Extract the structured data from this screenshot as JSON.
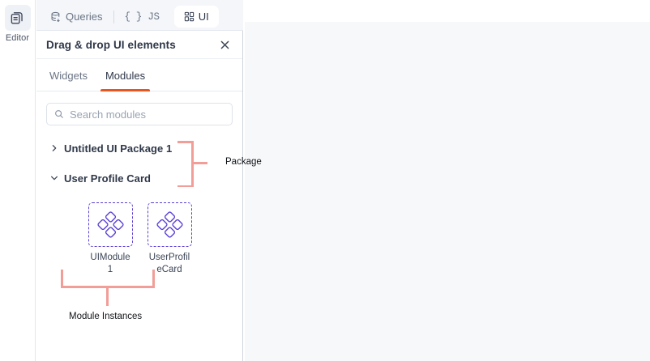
{
  "rail": {
    "items": [
      {
        "label": "Editor",
        "icon": "copy-pages-icon",
        "active": true
      }
    ]
  },
  "top_tabs": [
    {
      "label": "Queries",
      "icon": "database-icon",
      "active": false
    },
    {
      "label": "{ } JS",
      "icon": "js-braces-icon",
      "active": false
    },
    {
      "label": "UI",
      "icon": "grid-squares-icon",
      "active": true
    }
  ],
  "panel": {
    "title": "Drag & drop UI elements",
    "close_icon": "close-icon",
    "sub_tabs": [
      {
        "label": "Widgets",
        "active": false
      },
      {
        "label": "Modules",
        "active": true
      }
    ],
    "search": {
      "placeholder": "Search modules",
      "value": "",
      "icon": "search-icon"
    },
    "tree": [
      {
        "label": "Untitled UI Package 1",
        "expanded": false,
        "icon": "chevron-right-icon"
      },
      {
        "label": "User Profile Card",
        "expanded": true,
        "icon": "chevron-down-icon"
      }
    ],
    "modules": [
      {
        "name": "UIModule 1",
        "icon": "module-diamonds-icon"
      },
      {
        "name": "UserProfileCard",
        "icon": "module-diamonds-icon"
      }
    ]
  },
  "annotations": [
    {
      "id": "package",
      "label": "Package"
    },
    {
      "id": "module-instances",
      "label": "Module Instances"
    }
  ],
  "colors": {
    "accent_orange": "#e8551f",
    "module_purple": "#5b3fd6",
    "annotation_salmon": "#f29d98",
    "canvas_bg": "#f7f8fa",
    "tabstrip_bg": "#f4f6fa"
  }
}
